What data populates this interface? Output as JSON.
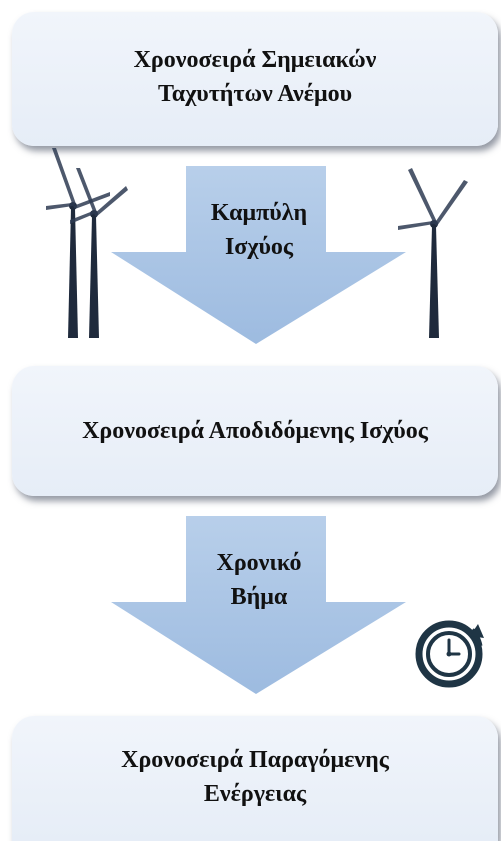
{
  "steps": [
    {
      "text": "Χρονοσειρά Σημειακών\nΤαχυτήτων Ανέμου"
    },
    {
      "text": "Χρονοσειρά Αποδιδόμενης Ισχύος"
    },
    {
      "text": "Χρονοσειρά Παραγόμενης\nΕνέργειας"
    }
  ],
  "arrows": [
    {
      "label": "Καμπύλη\nΙσχύος"
    },
    {
      "label": "Χρονικό\nΒήμα"
    }
  ],
  "colors": {
    "arrow_fill": "#a9c4e4",
    "box_fill": "#eaf0f8",
    "turbine": "#1f2a3c",
    "clock": "#1f3545"
  },
  "icons": [
    "wind-turbine-icon",
    "wind-turbine-icon",
    "wind-turbine-icon",
    "clock-icon"
  ]
}
